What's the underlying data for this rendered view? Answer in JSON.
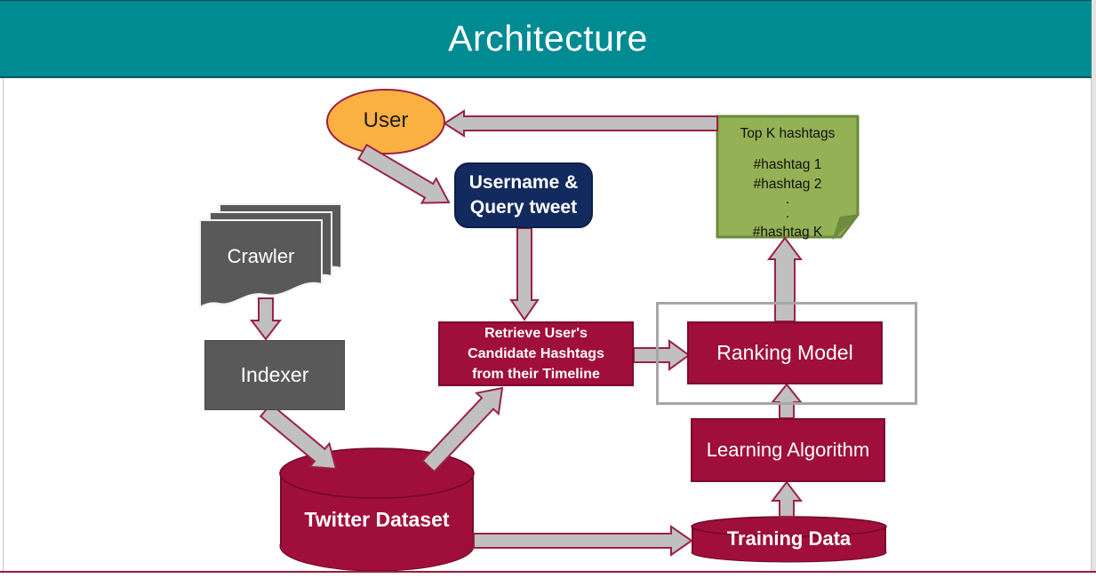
{
  "header": {
    "title": "Architecture"
  },
  "diagram": {
    "user": {
      "label": "User"
    },
    "username_box": {
      "line1": "Username &",
      "line2": "Query tweet"
    },
    "note": {
      "lines": [
        "Top K hashtags",
        "",
        "#hashtag 1",
        "#hashtag 2",
        ".",
        ".",
        "#hashtag K"
      ]
    },
    "crawler": {
      "label": "Crawler"
    },
    "indexer": {
      "label": "Indexer"
    },
    "retrieve": {
      "line1": "Retrieve User's",
      "line2": "Candidate Hashtags",
      "line3": "from their Timeline"
    },
    "ranking": {
      "label": "Ranking Model"
    },
    "learning": {
      "label": "Learning Algorithm"
    },
    "training": {
      "label": "Training Data"
    },
    "twitter": {
      "label": "Twitter Dataset"
    },
    "colors": {
      "header_teal": "#008A92",
      "crimson": "#A00E3C",
      "navy": "#132A5E",
      "orange": "#FBB042",
      "green": "#94B155",
      "dark_gray": "#595959",
      "arrow_fill": "#C0C0C0",
      "arrow_outline": "#9B2242",
      "container_gray": "#A6A6A6"
    }
  }
}
